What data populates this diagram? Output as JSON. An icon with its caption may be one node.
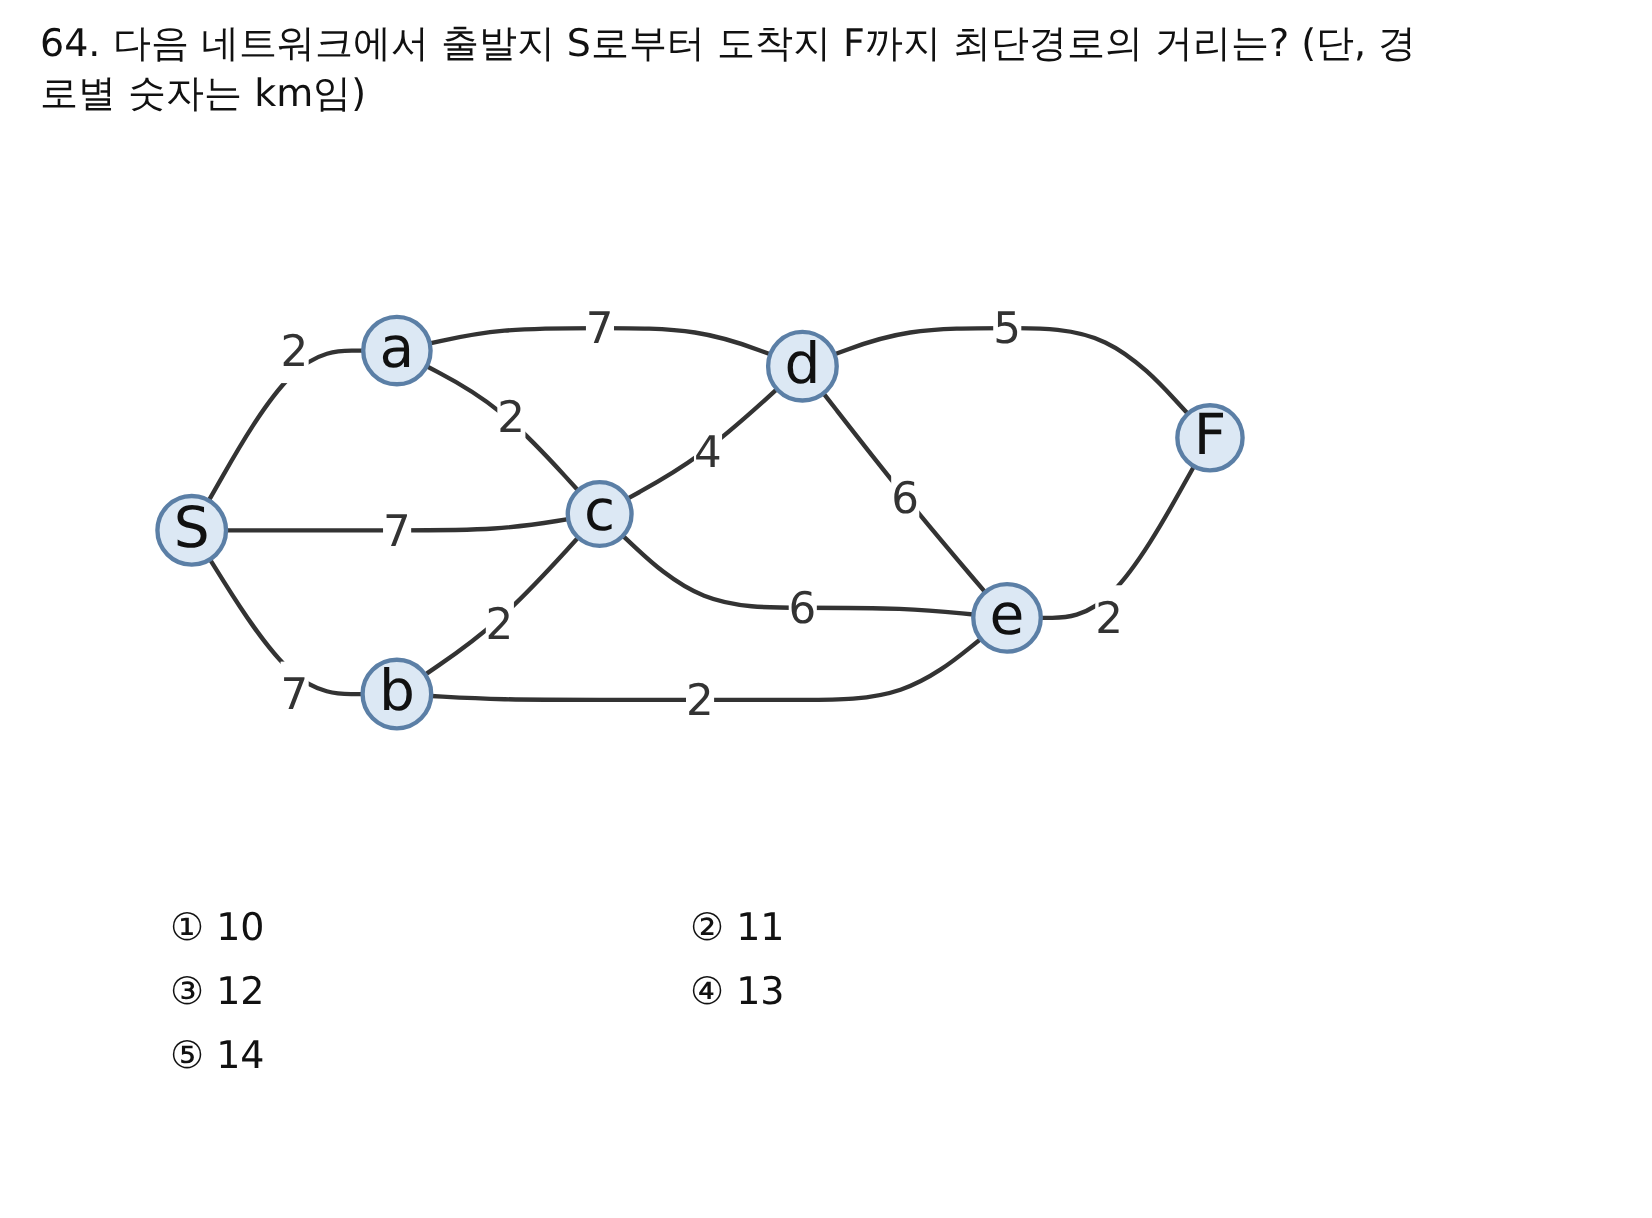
{
  "diagram": {
    "title": "64. 다음 네트워크에서 출발지 S로부터 도착지 F까지 최단경로의 거리는? (단, 경로별 숫자는 km임)",
    "nodes": [
      {
        "text": [
          "a"
        ]
      },
      {
        "text": [
          "d"
        ]
      },
      {
        "text": [
          "S"
        ]
      },
      {
        "text": [
          "c"
        ]
      },
      {
        "text": [
          "F"
        ]
      },
      {
        "text": [
          "b"
        ]
      },
      {
        "text": [
          "e"
        ]
      }
    ],
    "edges": [
      {
        "from": 0,
        "to": 1,
        "arrow": "none",
        "label": "7"
      },
      {
        "from": 2,
        "to": 0,
        "arrow": "none",
        "label": "2"
      },
      {
        "from": 0,
        "to": 3,
        "arrow": "none",
        "label": "2"
      },
      {
        "from": 3,
        "to": 1,
        "arrow": "none",
        "label": "4"
      },
      {
        "from": 1,
        "to": 4,
        "arrow": "none",
        "label": "5"
      },
      {
        "from": 2,
        "to": 3,
        "arrow": "none",
        "label": "7"
      },
      {
        "from": 1,
        "to": 6,
        "arrow": "none",
        "label": "6"
      },
      {
        "from": 2,
        "to": 5,
        "arrow": "none",
        "label": "7"
      },
      {
        "from": 5,
        "to": 3,
        "arrow": "none",
        "label": "2"
      },
      {
        "from": 3,
        "to": 6,
        "arrow": "none",
        "label": "6"
      },
      {
        "from": 5,
        "to": 6,
        "arrow": "none",
        "label": "2"
      },
      {
        "from": 6,
        "to": 4,
        "arrow": "none",
        "label": "2"
      }
    ],
    "labels": [
      "① 10",
      "② 11",
      "③ 12",
      "④ 13",
      "⑤ 14"
    ]
  }
}
